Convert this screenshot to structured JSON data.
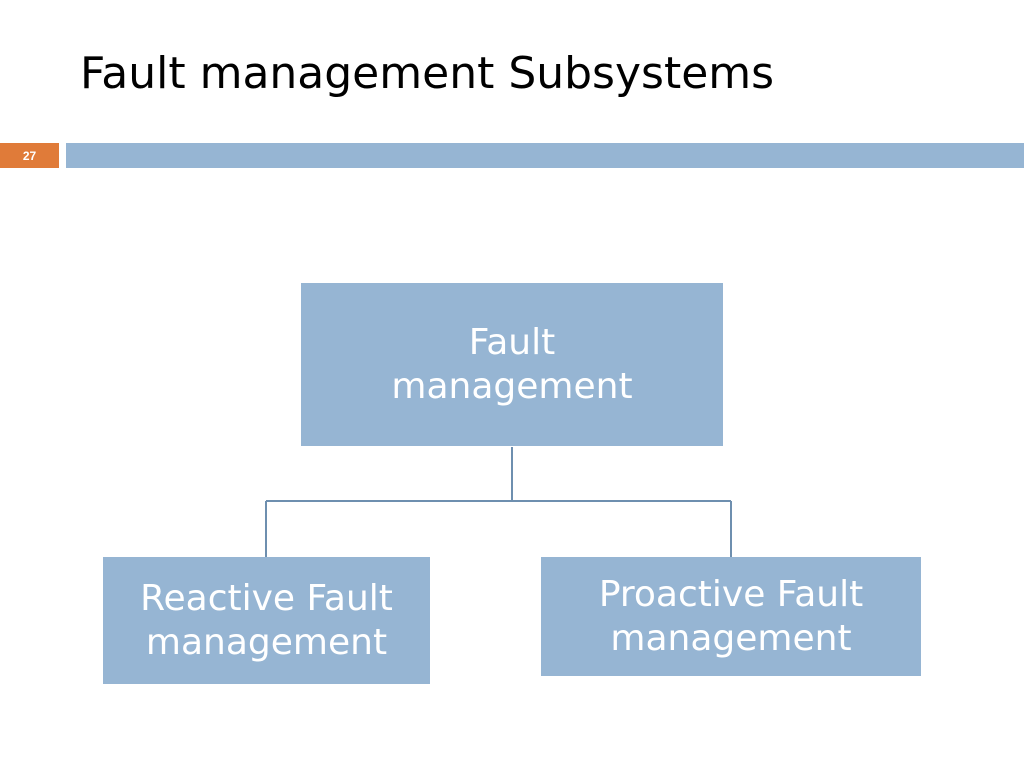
{
  "slide": {
    "title": "Fault management Subsystems",
    "page_number": "27"
  },
  "colors": {
    "accent_orange": "#E07B39",
    "bar_blue": "#96B5D3",
    "node_blue": "#96B5D3",
    "connector": "#6E8FAF"
  },
  "diagram": {
    "root": "Fault management",
    "children": [
      {
        "label": "Reactive Fault management"
      },
      {
        "label": "Proactive Fault management"
      }
    ]
  }
}
